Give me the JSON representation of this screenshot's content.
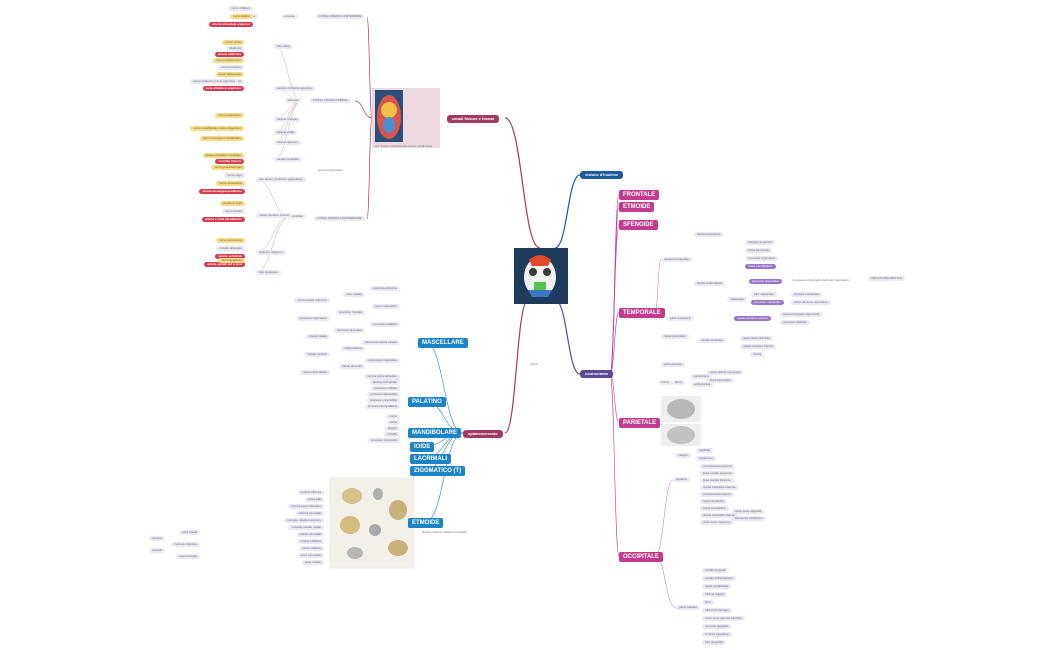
{
  "colors": {
    "canali": "#a23a66",
    "visione": "#1a5c9c",
    "neurocranio": "#5c4a99",
    "splancnocranio": "#a23a66",
    "neuro_bone": "#c23b8f",
    "splanc_bone": "#1a84c7"
  },
  "root": {
    "caption": "cranio"
  },
  "canali": {
    "title": "canali fissure e forami",
    "figure_caption": "ant. fossa, mid fossa del cranio, skull-fossa",
    "fossa_anteriore": {
      "label": "FOSSA CRANICA ANTERIORE",
      "sub": "etmoide",
      "item": "lamina cribrosa",
      "leaves": [
        "nervo olfattivo",
        "nervi olfattivi",
        "arteria etmoidale anteriore"
      ]
    },
    "fossa_media": {
      "label": "FOSSA CRANICA MEDIA",
      "sub": "sfenoide",
      "groups": [
        {
          "label": "foro ottico",
          "leaves": [
            "nervo ottico",
            "oftalmica",
            "arteria oftalmica"
          ]
        },
        {
          "label": "fessura orbitaria superiore",
          "leaves": [
            "nervo oculomotore",
            "nervo trocleare",
            "nervo abducente",
            "nervo oftalmico (ramo trigemino - V)",
            "vene oftalmica superiore"
          ]
        },
        {
          "label": "forame rotondo",
          "leaves": [
            "nervo mascellare"
          ]
        },
        {
          "label": "forame ovale",
          "leaves": [
            "nervo mandibolare (ramo trigemino)"
          ]
        },
        {
          "label": "forame spinoso",
          "leaves": [
            "ramo meningeo mandibolare"
          ]
        },
        {
          "label": "canale carotideo",
          "leaves": [
            "plesso simpatico carotideo",
            "carotide interna"
          ]
        }
      ]
    },
    "punti_di_riferimento": "punti di riferimento",
    "fossa_posteriore": {
      "label": "FOSSA CRANICA POSTERIORE",
      "sub": "occipitale",
      "groups": [
        {
          "label": "foro lacero posteriore (giugulare)",
          "leaves": [
            "nervo glossofaringeo",
            "nervo vago",
            "nervo accessorio",
            "arteria meningea posteriore"
          ]
        },
        {
          "label": "meato acustico interno",
          "leaves": [
            "canale di Corti",
            "nervo faciale",
            "arteria e vena del labirinto"
          ]
        },
        {
          "label": "foramen magnum",
          "leaves": [
            "nervo accessorio",
            "midollo allungato",
            "arterie vertebrali",
            "arterie spinali ant e post"
          ]
        },
        {
          "label": "foro ipoglosso",
          "leaves": [
            "nervo ipoglosso"
          ]
        }
      ]
    }
  },
  "visione": {
    "title": "visione d'insieme"
  },
  "neurocranio": {
    "title": "neurocranio",
    "bones": [
      "FRONTALE",
      "ETMOIDE",
      "SFENOIDE",
      "TEMPORALE",
      "PARIETALE",
      "OCCIPITALE"
    ],
    "temporale": {
      "squama": {
        "label": "squama temporale",
        "items": [
          "faccia esocranica",
          "faccia endocranica"
        ]
      },
      "esocranica": [
        "margine superiore",
        "fossa temporale",
        "processo zigomatico",
        "fossa mandibolare"
      ],
      "zigomatico": {
        "label": "processo zigomatico",
        "note": "il processo zigomatico dell'osso zigomatico",
        "result": "ARCATA ZIGOMATICA"
      },
      "mastoidea": {
        "label": "mastoidea",
        "items": [
          "foro mastoideo",
          "processo mastoideo",
          "incisura mastoidea",
          "solco del seno sigmoideo"
        ]
      },
      "timpanica": {
        "label": "parte timpanica",
        "items": [
          "meato acustico esterno",
          "fessura timpano-squamosa",
          "processo stiloideo"
        ]
      },
      "piramide": {
        "label": "rocca (piramide)",
        "items": [
          "canale carotideo",
          "apice della piramide",
          "meato acustico interno",
          "cresta"
        ]
      },
      "petrosa": "parte petrosa"
    },
    "parietale": {
      "facce": {
        "label": "facce",
        "items": [
          "esocranica",
          "endocranica",
          "solco arteria meningea",
          "linea temporale"
        ]
      },
      "margini": {
        "label": "margini",
        "items": [
          "sagittale",
          "squamoso"
        ]
      },
      "cranio": "cranio"
    },
    "occipitale": {
      "squama": {
        "label": "squama",
        "items": [
          "protuberanza esterna",
          "linea nucale superiore",
          "linea nucale inferiore",
          "cresta occipitale esterna",
          "protuberanza interna",
          "fossa cerebrale",
          "fossa cerebellare",
          "cresta occipitale interna",
          "solco seno trasverso",
          "solco seno sagittale",
          "eminenza cruciforme"
        ]
      },
      "parte_basilare": {
        "label": "parte basilare",
        "items": [
          "condili occipitali",
          "canale dell'ipoglosso",
          "fossa condiloidea",
          "forame magno",
          "clivo",
          "tubercolo faringeo",
          "solco seno petroso inferiore",
          "processi giugulari",
          "incisura giugulare",
          "foro giugulare"
        ]
      }
    }
  },
  "splancnocranio": {
    "title": "splancnocranio",
    "bones": [
      "MASCELLARE",
      "PALATINO",
      "MANDIBOLARE",
      "IOIDE",
      "LACRIMALI",
      "ZIGOMATICO (T)",
      "ETMOIDE"
    ],
    "mascellare": [
      "apertura piriforme",
      "osso nasale",
      "spina nasale anteriore",
      "seno mascellare",
      "processo frontale",
      "processo zigomatico",
      "processo palatino",
      "processo alveolare",
      "cresta nasale",
      "pavimento cavità nasale",
      "volta palatina",
      "canale incisivo",
      "tuberosità mascellare",
      "canali alveolari",
      "solco infraorbitale",
      "foro infraorbitale"
    ],
    "palatino": [
      "lamina perpendicolare",
      "lamina orizzontale",
      "processo orbitale",
      "processo sfenoidale",
      "processo piramidale",
      "incisura sfenopalatina"
    ],
    "mandibolare": [
      "corpo",
      "ramo",
      "angolo",
      "condilo",
      "processo coronoide"
    ],
    "etmoide_note": "lamina cribrosa, labirinti etmoidali",
    "etmoide": [
      "lamina cribrosa",
      "crista galli",
      "lamina perpendicolare",
      "labirinti etmoidali",
      "cornetto nasale superiore",
      "cornetto nasale medio",
      "cellule etmoidali",
      "lamina orbitaria",
      "nervo olfattivo",
      "seno etmoidale",
      "setto nasale"
    ],
    "sub": [
      "ossa nasali",
      "vomere",
      "cornetto inferiore",
      "cornetti",
      "osso etmoide"
    ]
  }
}
